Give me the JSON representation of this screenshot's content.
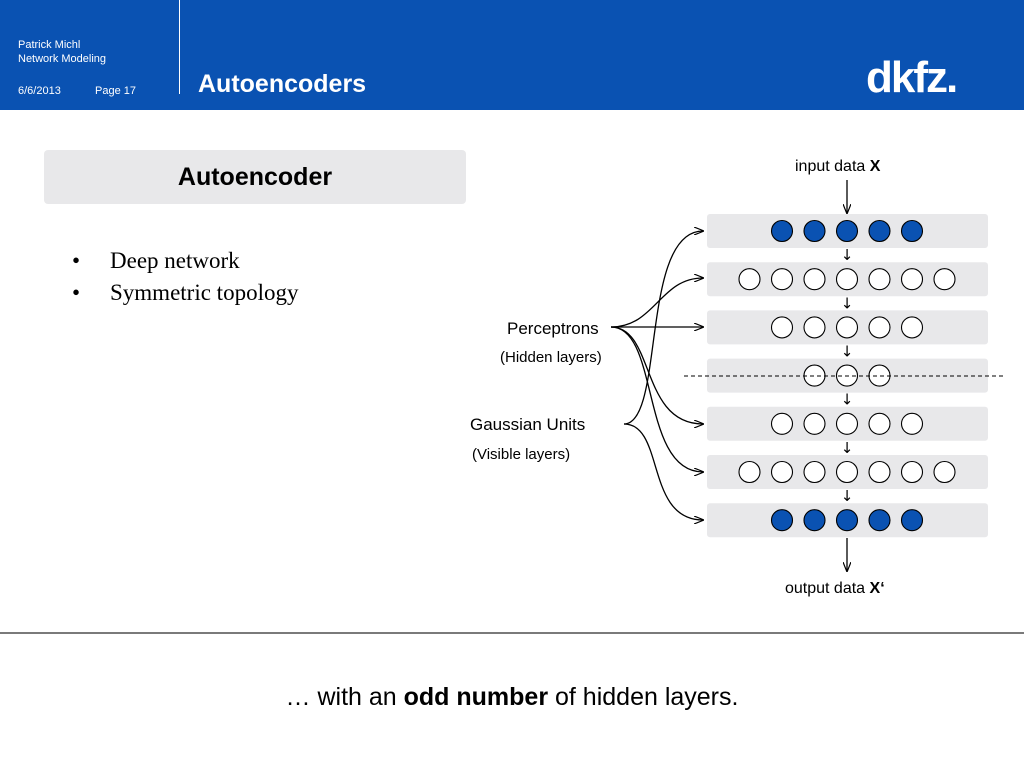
{
  "header": {
    "author": "Patrick Michl",
    "subtitle": "Network Modeling",
    "date": "6/6/2013",
    "page": "Page 17",
    "title": "Autoencoders",
    "logo_text": "dkfz.",
    "background_color": "#0a52b2"
  },
  "section": {
    "title": "Autoencoder"
  },
  "bullets": [
    "Deep network",
    "Symmetric topology"
  ],
  "diagram": {
    "input_label_prefix": "input data ",
    "input_label_var": "X",
    "output_label_prefix": "output data ",
    "output_label_var": "X‘",
    "perceptrons_label": "Perceptrons",
    "hidden_label": "(Hidden layers)",
    "gaussian_label": "Gaussian Units",
    "visible_label": "(Visible layers)",
    "node_fill_visible": "#0a52b2",
    "layer_bar_color": "#e8e8ea",
    "layers": [
      {
        "type": "visible",
        "nodes": 5
      },
      {
        "type": "hidden",
        "nodes": 7
      },
      {
        "type": "hidden",
        "nodes": 5
      },
      {
        "type": "hidden",
        "nodes": 3
      },
      {
        "type": "hidden",
        "nodes": 5
      },
      {
        "type": "hidden",
        "nodes": 7
      },
      {
        "type": "visible",
        "nodes": 5
      }
    ],
    "arrow_glyph": "↓"
  },
  "footer": {
    "prefix": "… with an ",
    "emphasis": "odd number",
    "suffix": " of hidden layers."
  }
}
